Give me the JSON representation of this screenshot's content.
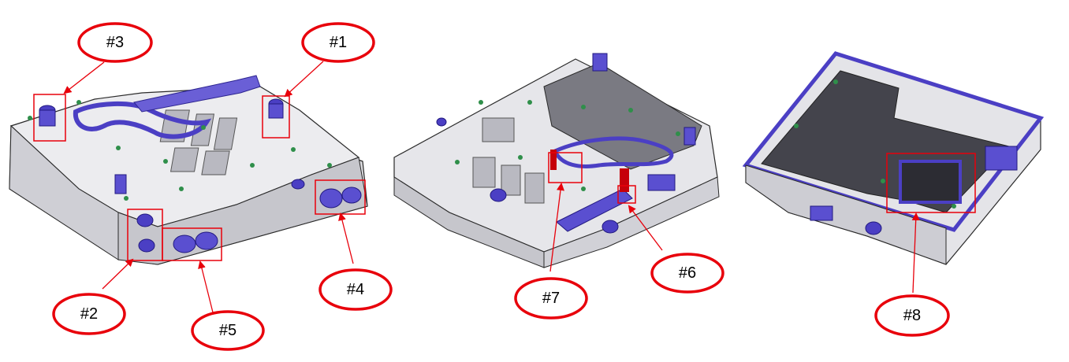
{
  "colors": {
    "callout": "#e8000b",
    "housing_edge": "#2a2a2a",
    "housing_light": "#e9e9ec",
    "housing_mid": "#c9c9cf",
    "housing_dark": "#6c6c74",
    "floor_dark": "#44444c",
    "gasket_blue": "#4b3fc4",
    "gasket_light": "#7d74de",
    "bolt_green": "#2f8f4a"
  },
  "callouts": [
    {
      "id": "c1",
      "label": "#1"
    },
    {
      "id": "c2",
      "label": "#2"
    },
    {
      "id": "c3",
      "label": "#3"
    },
    {
      "id": "c4",
      "label": "#4"
    },
    {
      "id": "c5",
      "label": "#5"
    },
    {
      "id": "c6",
      "label": "#6"
    },
    {
      "id": "c7",
      "label": "#7"
    },
    {
      "id": "c8",
      "label": "#8"
    }
  ]
}
